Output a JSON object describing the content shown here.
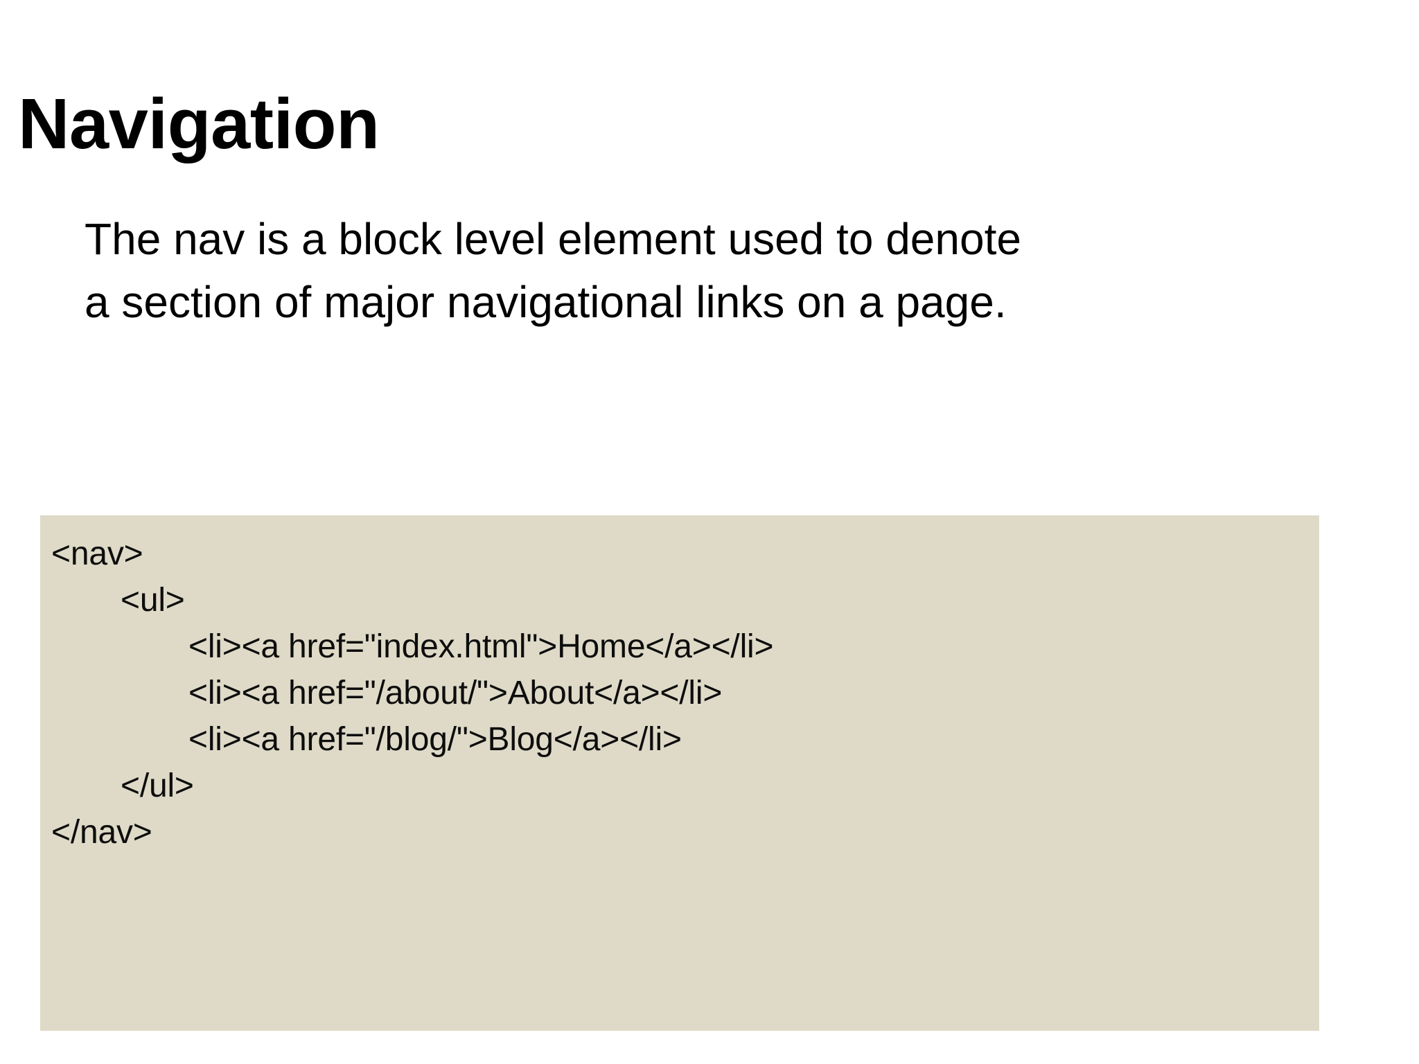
{
  "slide": {
    "title": "Navigation",
    "background_color": "#FFFFFF",
    "body_paragraph": {
      "lines": [
        "The nav is a block level element used to denote",
        "a section of major navigational links on a page."
      ]
    },
    "code_block": {
      "background_color": "#DEDAC7",
      "text_color": "#0D0D0D",
      "language": "html",
      "lines": [
        {
          "text": "<nav>",
          "indent": 0
        },
        {
          "text": "<ul>",
          "indent": 1
        },
        {
          "text": "<li><a href=\"index.html\">Home</a></li>",
          "indent": 2
        },
        {
          "text": "<li><a href=\"/about/\">About</a></li>",
          "indent": 2
        },
        {
          "text": "<li><a href=\"/blog/\">Blog</a></li>",
          "indent": 2
        },
        {
          "text": "</ul>",
          "indent": 1
        },
        {
          "text": "</nav>",
          "indent": 0
        }
      ]
    }
  }
}
